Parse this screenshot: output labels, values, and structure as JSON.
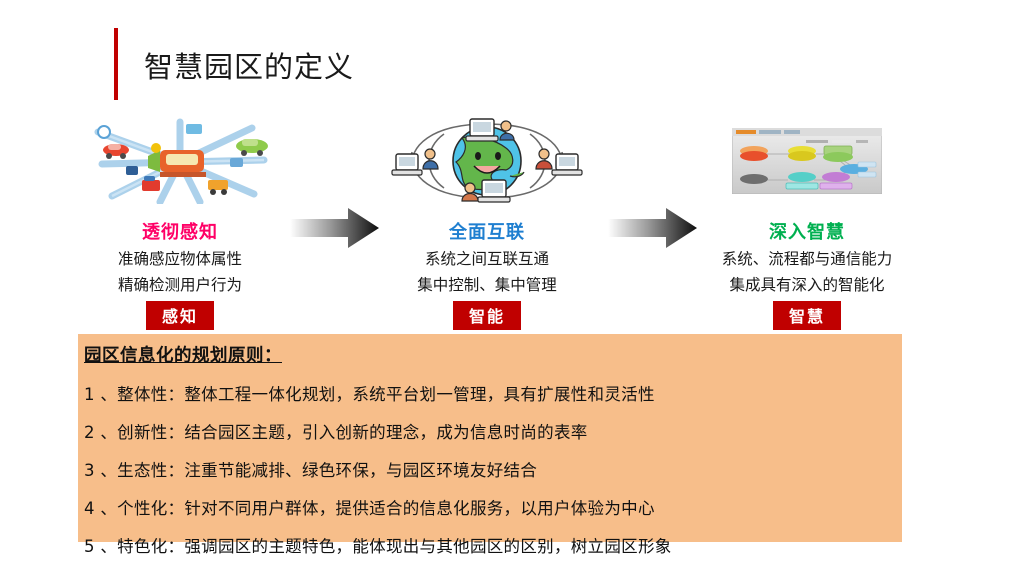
{
  "slide": {
    "title": "智慧园区的定义",
    "accent_color": "#C00000",
    "panel_color": "#F7BE8A"
  },
  "stages": [
    {
      "icon": "radial-network-vehicles-illustration",
      "heading": "透彻感知",
      "heading_color": "#FF0066",
      "desc_line1": "准确感应物体属性",
      "desc_line2": "精确检测用户行为",
      "badge": "感知",
      "badge_color": "#C00000"
    },
    {
      "icon": "globe-computers-network-illustration",
      "heading": "全面互联",
      "heading_color": "#1F7FD0",
      "desc_line1": "系统之间互联互通",
      "desc_line2": "集中控制、集中管理",
      "badge": "智能",
      "badge_color": "#C00000"
    },
    {
      "icon": "software-topology-screenshot",
      "heading": "深入智慧",
      "heading_color": "#00B050",
      "desc_line1": "系统、流程都与通信能力",
      "desc_line2": "集成具有深入的智能化",
      "badge": "智慧",
      "badge_color": "#C00000"
    }
  ],
  "arrows": [
    {
      "icon": "right-arrow-gradient"
    },
    {
      "icon": "right-arrow-gradient"
    }
  ],
  "panel": {
    "title": "园区信息化的规划原则：",
    "items": [
      "1 、整体性：整体工程一体化规划，系统平台划一管理，具有扩展性和灵活性",
      "2 、创新性：结合园区主题，引入创新的理念，成为信息时尚的表率",
      "3 、生态性：注重节能减排、绿色环保，与园区环境友好结合",
      "4 、个性化：针对不同用户群体，提供适合的信息化服务，以用户体验为中心",
      "5 、特色化：强调园区的主题特色，能体现出与其他园区的区别，树立园区形象"
    ]
  }
}
